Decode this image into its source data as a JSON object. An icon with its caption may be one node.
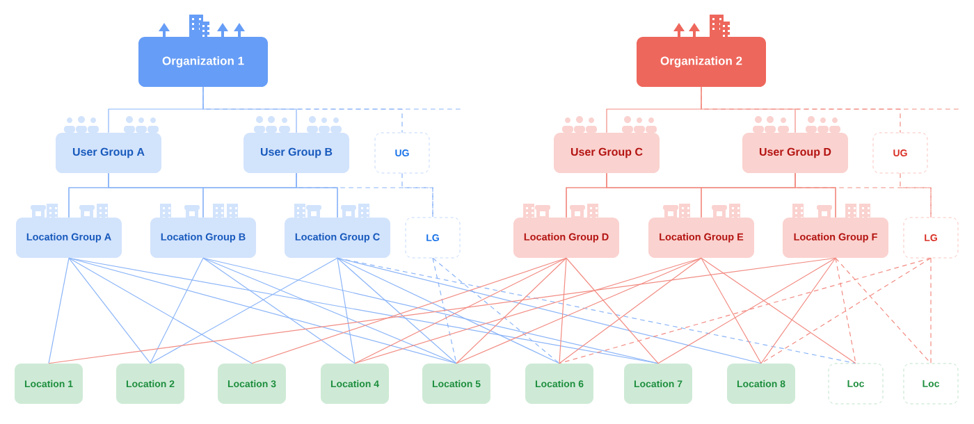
{
  "diagram": {
    "nodes": [
      {
        "text": [
          "Organization 1"
        ]
      },
      {
        "text": [
          "User Group A"
        ]
      },
      {
        "text": [
          "User Group B"
        ]
      },
      {
        "text": [
          "UG"
        ]
      },
      {
        "text": [
          "Location Group A"
        ]
      },
      {
        "text": [
          "Location Group B"
        ]
      },
      {
        "text": [
          "Location Group C"
        ]
      },
      {
        "text": [
          "LG"
        ]
      },
      {
        "text": [
          "Organization 2"
        ]
      },
      {
        "text": [
          "User Group C"
        ]
      },
      {
        "text": [
          "User Group D"
        ]
      },
      {
        "text": [
          "UG"
        ]
      },
      {
        "text": [
          "Location Group D"
        ]
      },
      {
        "text": [
          "Location Group E"
        ]
      },
      {
        "text": [
          "Location Group F"
        ]
      },
      {
        "text": [
          "LG"
        ]
      },
      {
        "text": [
          "Location 1"
        ]
      },
      {
        "text": [
          "Location 2"
        ]
      },
      {
        "text": [
          "Location 3"
        ]
      },
      {
        "text": [
          "Location 4"
        ]
      },
      {
        "text": [
          "Location 5"
        ]
      },
      {
        "text": [
          "Location 6"
        ]
      },
      {
        "text": [
          "Location 7"
        ]
      },
      {
        "text": [
          "Location 8"
        ]
      },
      {
        "text": [
          "Loc"
        ]
      },
      {
        "text": [
          "Loc"
        ]
      }
    ],
    "edges": [
      {
        "from": 0,
        "to": 1,
        "arrow": "none",
        "color": "#8ab4f8"
      },
      {
        "from": 0,
        "to": 2,
        "arrow": "none",
        "color": "#8ab4f8"
      },
      {
        "from": 0,
        "to": 3,
        "arrow": "none",
        "style": "dashed",
        "color": "#8ab4f8"
      },
      {
        "from": 0,
        "to": null,
        "arrow": "none",
        "style": "dashed",
        "color": "#8ab4f8"
      },
      {
        "from": 1,
        "to": 4,
        "arrow": "none",
        "color": "#8ab4f8"
      },
      {
        "from": 1,
        "to": 5,
        "arrow": "none",
        "color": "#8ab4f8"
      },
      {
        "from": 1,
        "to": 6,
        "arrow": "none",
        "color": "#8ab4f8"
      },
      {
        "from": 2,
        "to": 4,
        "arrow": "none",
        "color": "#8ab4f8"
      },
      {
        "from": 2,
        "to": 5,
        "arrow": "none",
        "color": "#8ab4f8"
      },
      {
        "from": 2,
        "to": 6,
        "arrow": "none",
        "color": "#8ab4f8"
      },
      {
        "from": 3,
        "to": 7,
        "arrow": "none",
        "style": "dashed",
        "color": "#8ab4f8"
      },
      {
        "from": 2,
        "to": 7,
        "arrow": "none",
        "style": "dashed",
        "color": "#8ab4f8"
      },
      {
        "from": 4,
        "to": 16,
        "arrow": "none",
        "color": "#8ab4f8"
      },
      {
        "from": 4,
        "to": 17,
        "arrow": "none",
        "color": "#8ab4f8"
      },
      {
        "from": 4,
        "to": 18,
        "arrow": "none",
        "color": "#8ab4f8"
      },
      {
        "from": 4,
        "to": 20,
        "arrow": "none",
        "color": "#8ab4f8"
      },
      {
        "from": 4,
        "to": 22,
        "arrow": "none",
        "color": "#8ab4f8"
      },
      {
        "from": 5,
        "to": 17,
        "arrow": "none",
        "color": "#8ab4f8"
      },
      {
        "from": 5,
        "to": 19,
        "arrow": "none",
        "color": "#8ab4f8"
      },
      {
        "from": 5,
        "to": 20,
        "arrow": "none",
        "color": "#8ab4f8"
      },
      {
        "from": 5,
        "to": 22,
        "arrow": "none",
        "color": "#8ab4f8"
      },
      {
        "from": 6,
        "to": 17,
        "arrow": "none",
        "color": "#8ab4f8"
      },
      {
        "from": 6,
        "to": 19,
        "arrow": "none",
        "color": "#8ab4f8"
      },
      {
        "from": 6,
        "to": 20,
        "arrow": "none",
        "color": "#8ab4f8"
      },
      {
        "from": 6,
        "to": 21,
        "arrow": "none",
        "color": "#8ab4f8"
      },
      {
        "from": 6,
        "to": 23,
        "arrow": "none",
        "color": "#8ab4f8"
      },
      {
        "from": 6,
        "to": 24,
        "arrow": "none",
        "style": "dashed",
        "color": "#8ab4f8"
      },
      {
        "from": 7,
        "to": 20,
        "arrow": "none",
        "style": "dashed",
        "color": "#8ab4f8"
      },
      {
        "from": 7,
        "to": 21,
        "arrow": "none",
        "style": "dashed",
        "color": "#8ab4f8"
      },
      {
        "from": 8,
        "to": 9,
        "arrow": "none"
      },
      {
        "from": 8,
        "to": 10,
        "arrow": "none"
      },
      {
        "from": 8,
        "to": 11,
        "arrow": "none",
        "style": "dashed"
      },
      {
        "from": 8,
        "to": null,
        "arrow": "none",
        "style": "dashed"
      },
      {
        "from": 9,
        "to": 12,
        "arrow": "none"
      },
      {
        "from": 9,
        "to": 13,
        "arrow": "none"
      },
      {
        "from": 9,
        "to": 14,
        "arrow": "none"
      },
      {
        "from": 10,
        "to": 12,
        "arrow": "none"
      },
      {
        "from": 10,
        "to": 13,
        "arrow": "none"
      },
      {
        "from": 10,
        "to": 14,
        "arrow": "none"
      },
      {
        "from": 11,
        "to": 15,
        "arrow": "none",
        "style": "dashed"
      },
      {
        "from": 10,
        "to": 15,
        "arrow": "none",
        "style": "dashed"
      },
      {
        "from": 12,
        "to": 18,
        "arrow": "none"
      },
      {
        "from": 12,
        "to": 19,
        "arrow": "none"
      },
      {
        "from": 12,
        "to": 20,
        "arrow": "none"
      },
      {
        "from": 12,
        "to": 21,
        "arrow": "none"
      },
      {
        "from": 12,
        "to": 22,
        "arrow": "none"
      },
      {
        "from": 13,
        "to": 19,
        "arrow": "none"
      },
      {
        "from": 13,
        "to": 20,
        "arrow": "none"
      },
      {
        "from": 13,
        "to": 21,
        "arrow": "none"
      },
      {
        "from": 13,
        "to": 23,
        "arrow": "none"
      },
      {
        "from": 13,
        "to": 24,
        "arrow": "none"
      },
      {
        "from": 14,
        "to": 16,
        "arrow": "none"
      },
      {
        "from": 14,
        "to": 22,
        "arrow": "none"
      },
      {
        "from": 14,
        "to": 23,
        "arrow": "none"
      },
      {
        "from": 14,
        "to": 24,
        "arrow": "none",
        "style": "dashed"
      },
      {
        "from": 14,
        "to": 25,
        "arrow": "none",
        "style": "dashed"
      },
      {
        "from": 15,
        "to": 21,
        "arrow": "none",
        "style": "dashed"
      },
      {
        "from": 15,
        "to": 23,
        "arrow": "none",
        "style": "dashed"
      },
      {
        "from": 15,
        "to": 25,
        "arrow": "none",
        "style": "dashed"
      }
    ]
  }
}
